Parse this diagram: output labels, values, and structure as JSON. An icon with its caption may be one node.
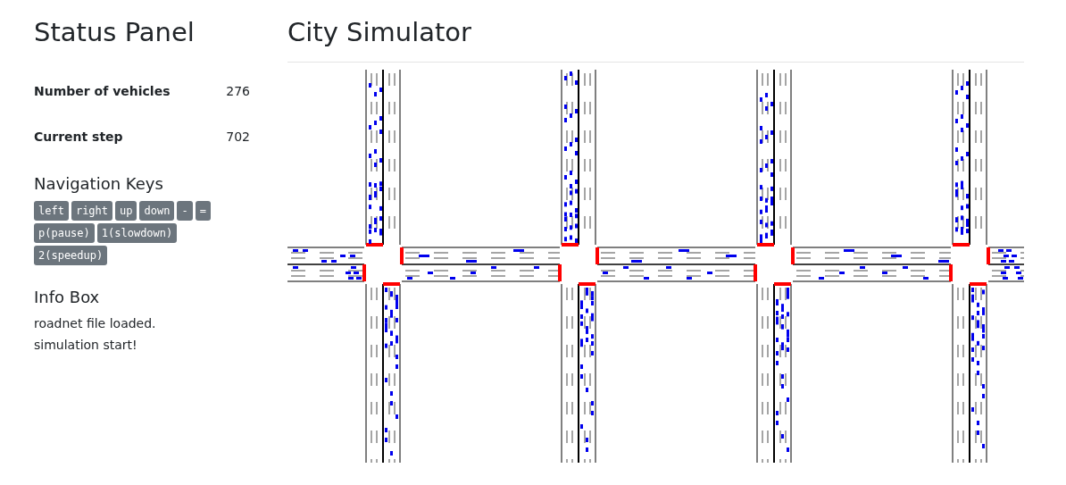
{
  "diagram": {
    "labels": [
      "Status Panel",
      "City Simulator",
      "Number of vehicles",
      "276",
      "Current step",
      "702",
      "Navigation Keys",
      "left",
      "right",
      "up",
      "down",
      "-",
      "=",
      "p(pause)",
      "1(slowdown)",
      "2(speedup)",
      "Info Box",
      "roadnet file loaded.",
      "simulation start!"
    ]
  }
}
